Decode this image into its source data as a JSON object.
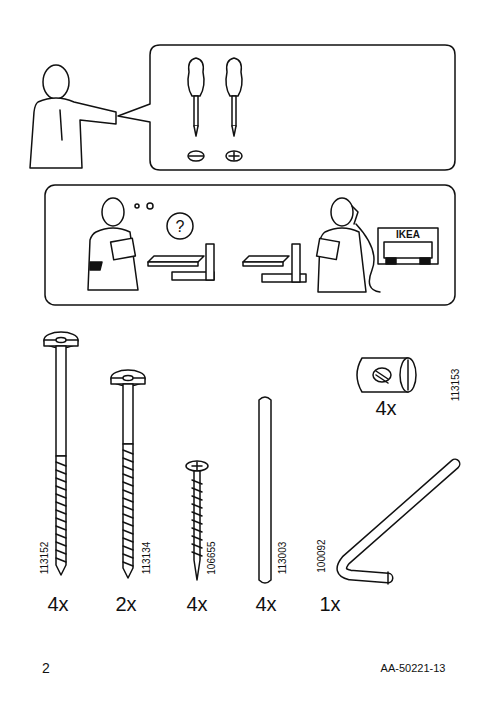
{
  "diagram": {
    "labels": [
      "?",
      "IKEA",
      "113152",
      "4x",
      "113134",
      "2x",
      "106655",
      "4x",
      "113003",
      "4x",
      "113153",
      "4x",
      "100092",
      "1x",
      "2",
      "AA-50221-13"
    ]
  }
}
